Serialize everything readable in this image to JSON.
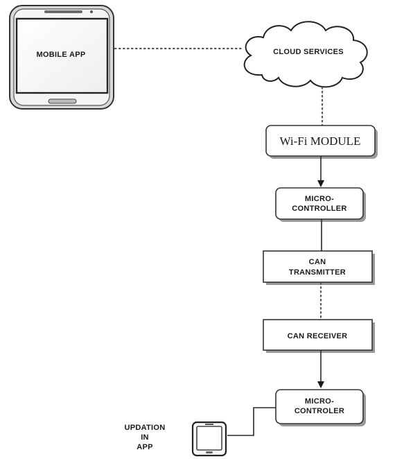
{
  "mobile_app": {
    "label": "MOBILE APP"
  },
  "cloud": {
    "label": "CLOUD SERVICES"
  },
  "wifi_module": {
    "label": "Wi-Fi MODULE"
  },
  "microcontroller_1": {
    "line1": "MICRO-",
    "line2": "CONTROLLER"
  },
  "can_transmitter": {
    "line1": "CAN",
    "line2": "TRANSMITTER"
  },
  "can_receiver": {
    "label": "CAN RECEIVER"
  },
  "microcontroller_2": {
    "line1": "MICRO-",
    "line2": "CONTROLER"
  },
  "updation": {
    "line1": "UPDATION",
    "line2": "IN",
    "line3": "APP"
  },
  "colors": {
    "stroke": "#333333",
    "shadow": "#9a9a9a",
    "background": "#ffffff"
  }
}
